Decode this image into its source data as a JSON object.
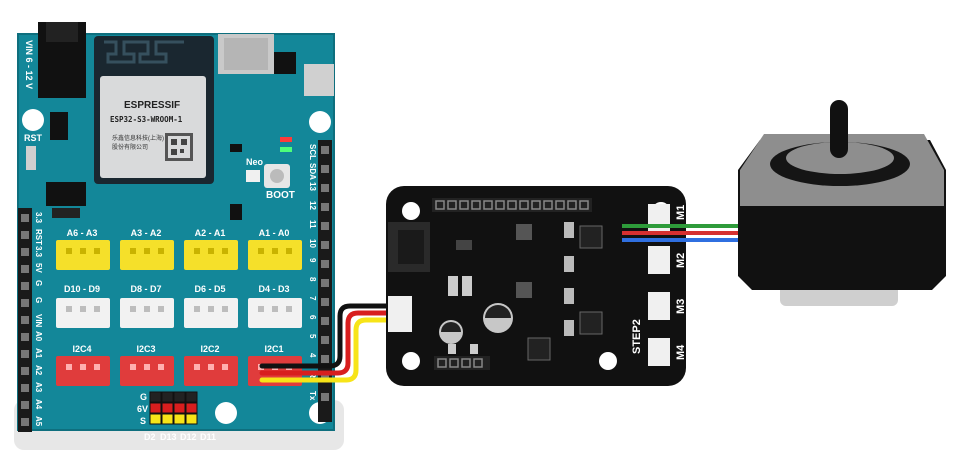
{
  "controller": {
    "vin_label": "VIN 6 - 12 V",
    "rst_label": "RST",
    "module_brand": "ESPRESSIF",
    "module_model": "ESP32-S3-WROOM-1",
    "module_maker_line1": "乐鑫信息科技(上海)",
    "module_maker_line2": "股份有限公司",
    "neo_label": "Neo",
    "boot_label": "BOOT",
    "left_pins": [
      "3.3",
      "RST",
      "3.3",
      "5V",
      "G",
      "G",
      "VIN",
      "A0",
      "A1",
      "A2",
      "A3",
      "A4",
      "A5"
    ],
    "right_pins": [
      "SCL",
      "SDA",
      "13",
      "12",
      "11",
      "10",
      "9",
      "8",
      "7",
      "6",
      "5",
      "4",
      "Rx",
      "Tx"
    ],
    "analog_headers": [
      "A6 - A3",
      "A3 - A2",
      "A2 - A1",
      "A1 - A0"
    ],
    "digital_headers": [
      "D10 - D9",
      "D8 - D7",
      "D6 - D5",
      "D4 - D3"
    ],
    "i2c_headers": [
      "I2C4",
      "I2C3",
      "I2C2",
      "I2C1"
    ],
    "gvs_labels": [
      "G",
      "6V",
      "S"
    ],
    "gvs_columns": [
      "D2",
      "D13",
      "D12",
      "D11"
    ]
  },
  "driver": {
    "step_label": "STEP2",
    "motor_ports": [
      "M1",
      "M2",
      "M3",
      "M4"
    ]
  },
  "colors": {
    "board": "#138799",
    "driver": "#111111",
    "yellow_conn": "#f5e02a",
    "white_conn": "#f2f2f2",
    "red_conn": "#e03c3c",
    "wire_black": "#111111",
    "wire_red": "#d81e1e",
    "wire_yellow": "#f7e418",
    "motor_wire_green": "#2e9b3a",
    "motor_wire_red": "#d63030",
    "motor_wire_blue": "#2f6fe0"
  }
}
